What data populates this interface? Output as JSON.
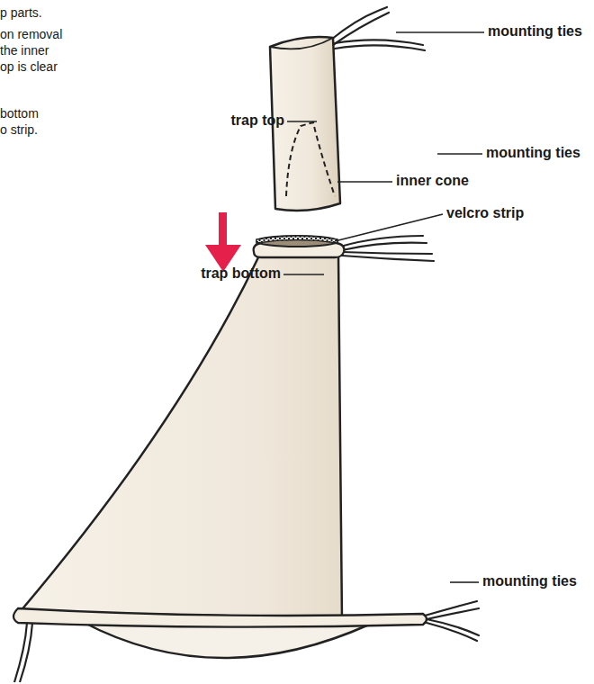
{
  "diagram": {
    "labels": [
      "p parts.",
      "on removal",
      "the inner",
      "op is clear",
      "mounting ties",
      "trap top",
      "inner cone",
      "bottom",
      "o strip.",
      "mounting ties",
      "velcro strip",
      "trap bottom",
      "mounting ties"
    ]
  }
}
